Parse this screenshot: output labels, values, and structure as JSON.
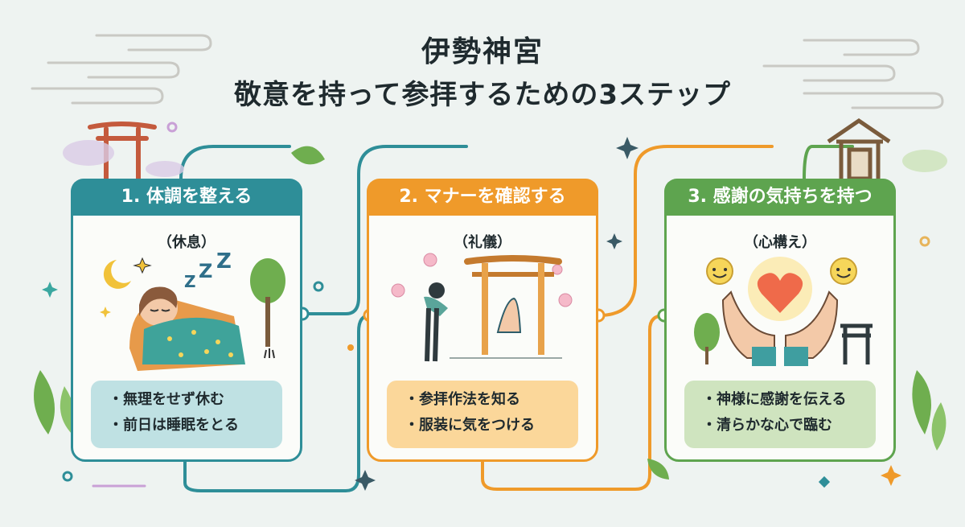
{
  "title": {
    "line1": "伊勢神宮",
    "line2": "敬意を持って参拝するための3ステップ"
  },
  "steps": [
    {
      "header": "1. 体調を整える",
      "subtitle": "（休息）",
      "points": [
        "・無理をせず休む",
        "・前日は睡眠をとる"
      ],
      "color": "#2e8e98",
      "icon": "sleeping-person-icon"
    },
    {
      "header": "2. マナーを確認する",
      "subtitle": "（礼儀）",
      "points": [
        "・参拝作法を知る",
        "・服装に気をつける"
      ],
      "color": "#ef9a2a",
      "icon": "bowing-at-torii-icon"
    },
    {
      "header": "3. 感謝の気持ちを持つ",
      "subtitle": "（心構え）",
      "points": [
        "・神様に感謝を伝える",
        "・清らかな心で臨む"
      ],
      "color": "#5ea44f",
      "icon": "hands-holding-heart-icon"
    }
  ]
}
